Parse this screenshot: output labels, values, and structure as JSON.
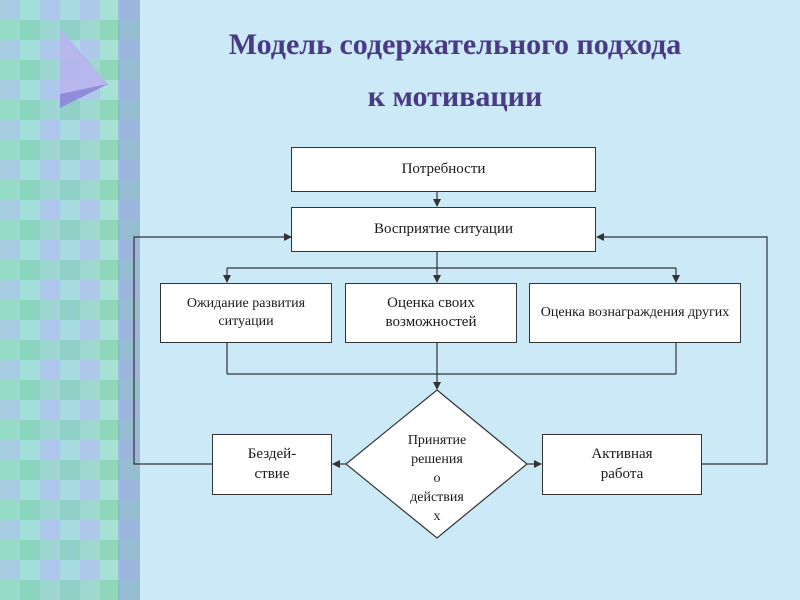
{
  "title": {
    "line1": "Модель содержательного подхода",
    "line2": "к мотивации"
  },
  "nodes": {
    "needs": "Потребности",
    "perception": "Восприятие ситуации",
    "expectation": "Ожидание развития ситуации",
    "abilities": "Оценка своих возможностей",
    "reward": "Оценка вознаграждения других",
    "decision": [
      "Принятие",
      "решения",
      "о",
      "действия",
      "х"
    ],
    "inaction": "Бездей-ствие",
    "active": "Активная работа"
  },
  "colors": {
    "background": "#cbe9f7",
    "title": "#4a3a85",
    "line": "#333333"
  }
}
